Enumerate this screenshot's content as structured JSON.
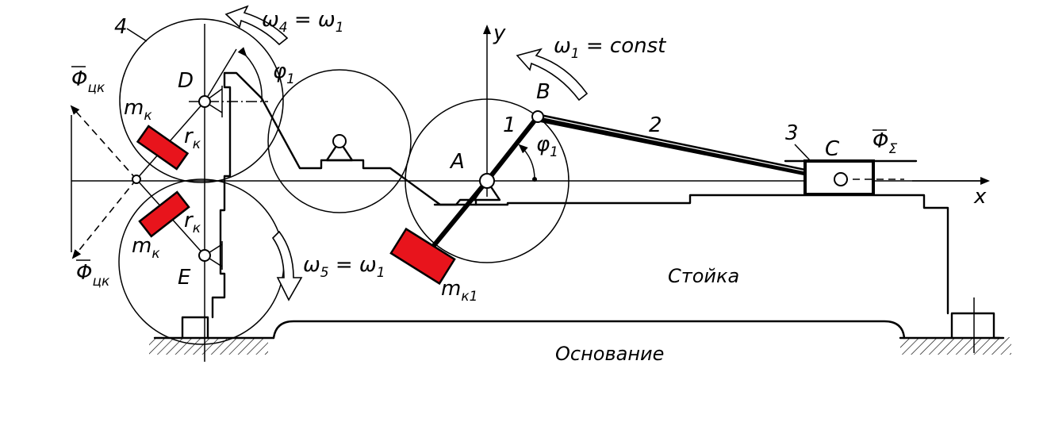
{
  "labels": {
    "wheel_4": "4",
    "omega4": "ω",
    "omega4_sub": "4",
    "omega4_eq": " = ω",
    "omega4_rhs_sub": "1",
    "phi_top": "φ",
    "phi_top_sub": "1",
    "D": "D",
    "E": "E",
    "m_k_top": "m",
    "m_k_top_sub": "к",
    "r_k_top": "r",
    "r_k_top_sub": "к",
    "r_k_bot": "r",
    "r_k_bot_sub": "к",
    "m_k_bot": "m",
    "m_k_bot_sub": "к",
    "phi_ck_top": "Φ",
    "phi_ck_top_sub": "цк",
    "phi_ck_bot": "Φ",
    "phi_ck_bot_sub": "цк",
    "omega5": "ω",
    "omega5_sub": "5",
    "omega5_eq": " = ω",
    "omega5_rhs_sub": "1",
    "y_axis": "y",
    "x_axis": "x",
    "omega1": "ω",
    "omega1_sub": "1",
    "omega1_eq": " = const",
    "B": "B",
    "A": "A",
    "C": "C",
    "link_1": "1",
    "link_2": "2",
    "link_3": "3",
    "phi_A": "φ",
    "phi_A_sub": "1",
    "phi_sigma": "Φ",
    "phi_sigma_sub": "Σ",
    "m_k1": "m",
    "m_k1_sub": "к1",
    "stand": "Стойка",
    "base": "Основание"
  },
  "colors": {
    "mass": "#e8141c",
    "line": "#000000",
    "background": "#ffffff"
  }
}
